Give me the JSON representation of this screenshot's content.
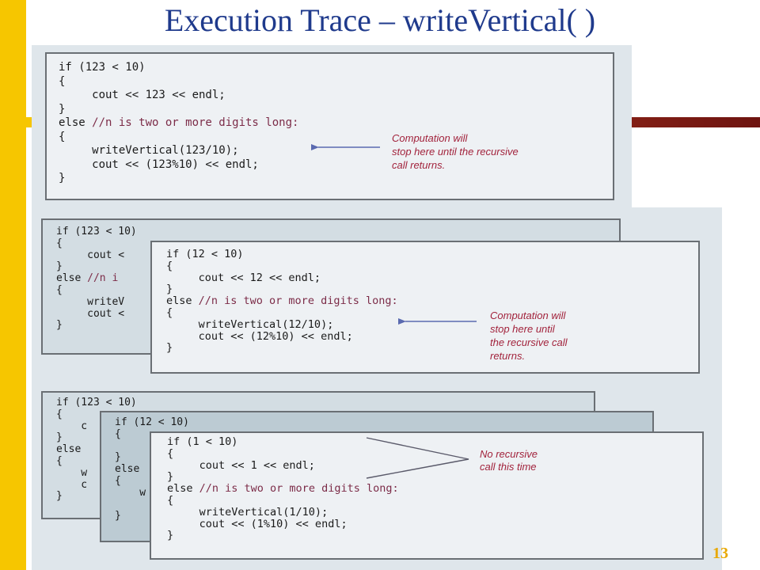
{
  "slide": {
    "title": "Execution Trace – writeVertical( )",
    "page_number": "13"
  },
  "panel1": {
    "lines": [
      {
        "code": "if (123 < 10)"
      },
      {
        "code": "{"
      },
      {
        "code": "     cout << 123 << endl;"
      },
      {
        "code": "}"
      },
      {
        "code": "else",
        "comment": " //n is two or more digits long:"
      },
      {
        "code": "{"
      },
      {
        "code": "     writeVertical(123/10);"
      },
      {
        "code": "     cout << (123%10) << endl;"
      },
      {
        "code": "}"
      }
    ],
    "note": [
      "Computation will",
      "stop here until the recursive",
      "call returns."
    ]
  },
  "panel2": {
    "back_lines": [
      {
        "code": "if (123 < 10)"
      },
      {
        "code": "{"
      },
      {
        "code": "     cout <"
      },
      {
        "code": "}"
      },
      {
        "code": "else",
        "comment": " //n i"
      },
      {
        "code": "{"
      },
      {
        "code": "     writeV"
      },
      {
        "code": "     cout <"
      },
      {
        "code": "}"
      }
    ],
    "front_lines": [
      {
        "code": "if (12 < 10)"
      },
      {
        "code": "{"
      },
      {
        "code": "     cout << 12 << endl;"
      },
      {
        "code": "}"
      },
      {
        "code": "else",
        "comment": " //n is two or more digits long:"
      },
      {
        "code": "{"
      },
      {
        "code": "     writeVertical(12/10);"
      },
      {
        "code": "     cout << (12%10) << endl;"
      },
      {
        "code": "}"
      }
    ],
    "note": [
      "Computation will",
      "stop here until",
      "the recursive call",
      "returns."
    ]
  },
  "panel3": {
    "back1_lines": [
      {
        "code": "if (123 < 10)"
      },
      {
        "code": "{"
      },
      {
        "code": "    c"
      },
      {
        "code": "}"
      },
      {
        "code": "else"
      },
      {
        "code": "{"
      },
      {
        "code": "    w"
      },
      {
        "code": "    c"
      },
      {
        "code": "}"
      }
    ],
    "back2_lines": [
      {
        "code": "if (12 < 10)"
      },
      {
        "code": "{"
      },
      {
        "code": ""
      },
      {
        "code": "}"
      },
      {
        "code": "else"
      },
      {
        "code": "{"
      },
      {
        "code": "    w"
      },
      {
        "code": ""
      },
      {
        "code": "}"
      }
    ],
    "front_lines": [
      {
        "code": "if (1 < 10)"
      },
      {
        "code": "{"
      },
      {
        "code": "     cout << 1 << endl;"
      },
      {
        "code": "}"
      },
      {
        "code": "else",
        "comment": " //n is two or more digits long:"
      },
      {
        "code": "{"
      },
      {
        "code": "     writeVertical(1/10);"
      },
      {
        "code": "     cout << (1%10) << endl;"
      },
      {
        "code": "}"
      }
    ],
    "note": [
      "No recursive",
      "call this time"
    ]
  },
  "colors": {
    "title": "#1f3a8c",
    "accent_bar": "#f6c600",
    "comment": "#7c2c48",
    "note": "#a2233c",
    "arrow": "#5a6ab0"
  }
}
